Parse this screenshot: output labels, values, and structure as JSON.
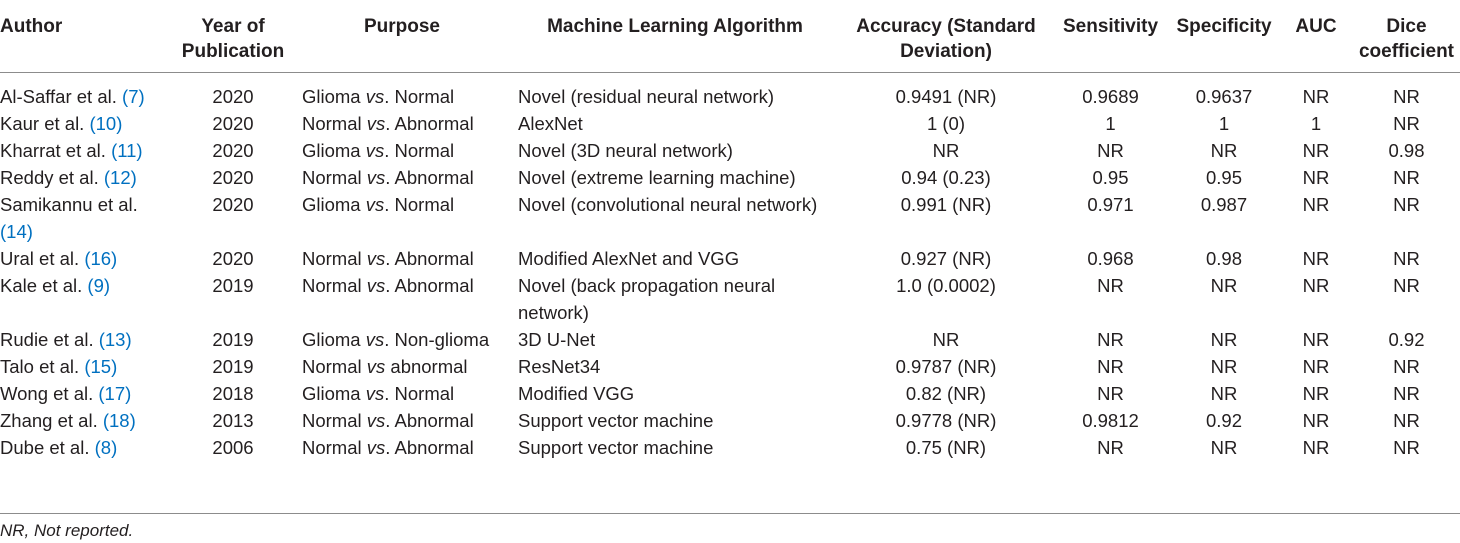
{
  "table": {
    "headers": [
      "Author",
      "Year of Publication",
      "Purpose",
      "Machine Learning Algorithm",
      "Accuracy (Standard Deviation)",
      "Sensitivity",
      "Specificity",
      "AUC",
      "Dice coefficient"
    ],
    "rows": [
      {
        "author": "Al-Saffar et al. ",
        "ref": "(7)",
        "year": "2020",
        "purpose_a": "Glioma ",
        "purpose_vs": "vs",
        "purpose_b": ". Normal",
        "algorithm": "Novel (residual neural network)",
        "accuracy": "0.9491 (NR)",
        "sensitivity": "0.9689",
        "specificity": "0.9637",
        "auc": "NR",
        "dice": "NR"
      },
      {
        "author": "Kaur et al. ",
        "ref": "(10)",
        "year": "2020",
        "purpose_a": "Normal ",
        "purpose_vs": "vs",
        "purpose_b": ". Abnormal",
        "algorithm": "AlexNet",
        "accuracy": "1 (0)",
        "sensitivity": "1",
        "specificity": "1",
        "auc": "1",
        "dice": "NR"
      },
      {
        "author": "Kharrat et al. ",
        "ref": "(11)",
        "year": "2020",
        "purpose_a": "Glioma ",
        "purpose_vs": "vs",
        "purpose_b": ". Normal",
        "algorithm": "Novel (3D neural network)",
        "accuracy": "NR",
        "sensitivity": "NR",
        "specificity": "NR",
        "auc": "NR",
        "dice": "0.98"
      },
      {
        "author": "Reddy et al. ",
        "ref": "(12)",
        "year": "2020",
        "purpose_a": "Normal ",
        "purpose_vs": "vs",
        "purpose_b": ". Abnormal",
        "algorithm": "Novel (extreme learning machine)",
        "accuracy": "0.94 (0.23)",
        "sensitivity": "0.95",
        "specificity": "0.95",
        "auc": "NR",
        "dice": "NR"
      },
      {
        "author": "Samikannu et al. ",
        "ref": "(14)",
        "year": "2020",
        "purpose_a": "Glioma ",
        "purpose_vs": "vs",
        "purpose_b": ". Normal",
        "algorithm": "Novel (convolutional neural network)",
        "accuracy": "0.991 (NR)",
        "sensitivity": "0.971",
        "specificity": "0.987",
        "auc": "NR",
        "dice": "NR"
      },
      {
        "author": "Ural et al. ",
        "ref": "(16)",
        "year": "2020",
        "purpose_a": "Normal ",
        "purpose_vs": "vs",
        "purpose_b": ". Abnormal",
        "algorithm": "Modified AlexNet and VGG",
        "accuracy": "0.927 (NR)",
        "sensitivity": "0.968",
        "specificity": "0.98",
        "auc": "NR",
        "dice": "NR"
      },
      {
        "author": "Kale et al. ",
        "ref": "(9)",
        "year": "2019",
        "purpose_a": "Normal ",
        "purpose_vs": "vs",
        "purpose_b": ". Abnormal",
        "algorithm": "Novel (back propagation neural network)",
        "accuracy": "1.0 (0.0002)",
        "sensitivity": "NR",
        "specificity": "NR",
        "auc": "NR",
        "dice": "NR"
      },
      {
        "author": "Rudie et al. ",
        "ref": "(13)",
        "year": "2019",
        "purpose_a": "Glioma ",
        "purpose_vs": "vs",
        "purpose_b": ". Non-glioma",
        "algorithm": "3D U-Net",
        "accuracy": "NR",
        "sensitivity": "NR",
        "specificity": "NR",
        "auc": "NR",
        "dice": "0.92"
      },
      {
        "author": "Talo et al. ",
        "ref": "(15)",
        "year": "2019",
        "purpose_a": "Normal ",
        "purpose_vs": "vs",
        "purpose_b": " abnormal",
        "algorithm": "ResNet34",
        "accuracy": "0.9787 (NR)",
        "sensitivity": "NR",
        "specificity": "NR",
        "auc": "NR",
        "dice": "NR"
      },
      {
        "author": "Wong et al. ",
        "ref": "(17)",
        "year": "2018",
        "purpose_a": "Glioma ",
        "purpose_vs": "vs",
        "purpose_b": ". Normal",
        "algorithm": "Modified VGG",
        "accuracy": "0.82 (NR)",
        "sensitivity": "NR",
        "specificity": "NR",
        "auc": "NR",
        "dice": "NR"
      },
      {
        "author": "Zhang et al. ",
        "ref": "(18)",
        "year": "2013",
        "purpose_a": "Normal ",
        "purpose_vs": "vs",
        "purpose_b": ". Abnormal",
        "algorithm": "Support vector machine",
        "accuracy": "0.9778 (NR)",
        "sensitivity": "0.9812",
        "specificity": "0.92",
        "auc": "NR",
        "dice": "NR"
      },
      {
        "author": "Dube et al. ",
        "ref": "(8)",
        "year": "2006",
        "purpose_a": "Normal ",
        "purpose_vs": "vs",
        "purpose_b": ". Abnormal",
        "algorithm": "Support vector machine",
        "accuracy": "0.75 (NR)",
        "sensitivity": "NR",
        "specificity": "NR",
        "auc": "NR",
        "dice": "NR"
      }
    ]
  },
  "footnote": "NR, Not reported.",
  "colors": {
    "text": "#231f20",
    "reference_link": "#0070c0",
    "rule": "#8c8c8c"
  }
}
